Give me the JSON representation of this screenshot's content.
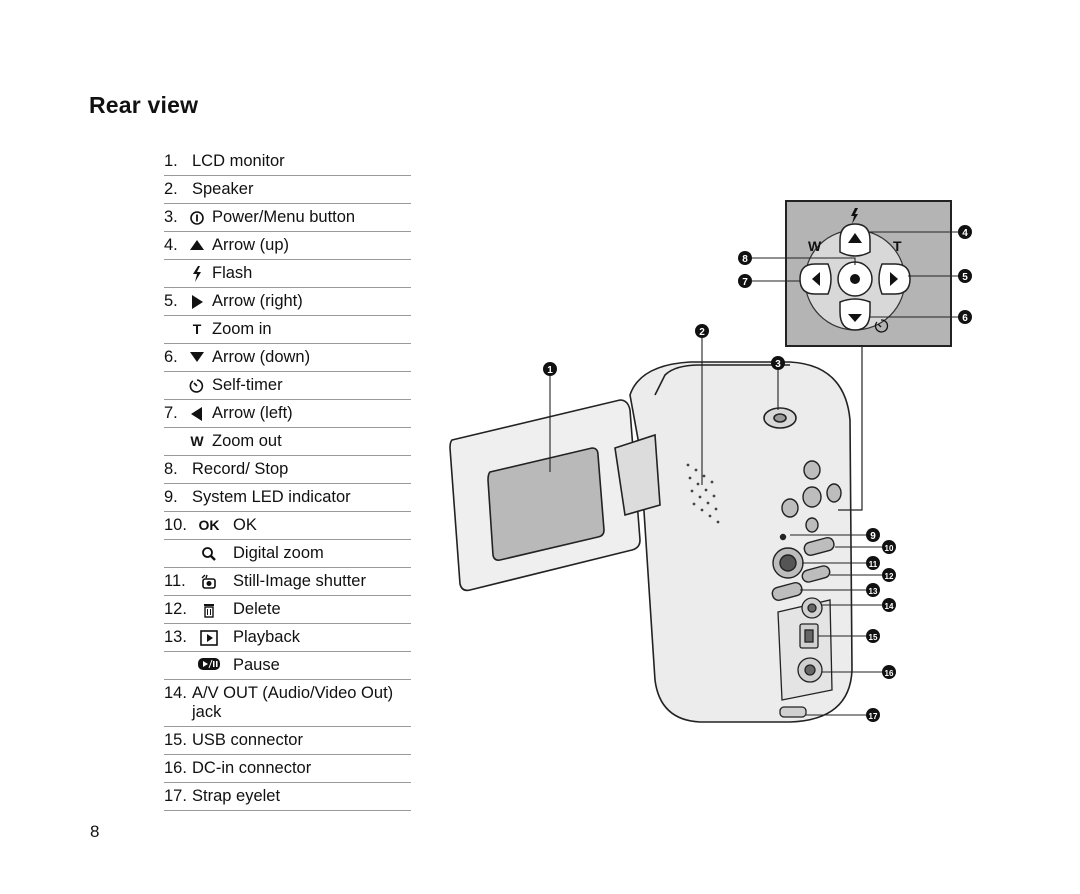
{
  "page": {
    "title": "Rear view",
    "page_number": "8"
  },
  "items": [
    {
      "num": "1.",
      "label": "LCD monitor",
      "icon": ""
    },
    {
      "num": "2.",
      "label": "Speaker",
      "icon": ""
    },
    {
      "num": "3.",
      "label": "Power/Menu button",
      "icon": "power-icon"
    },
    {
      "num": "4.",
      "label": "Arrow (up)",
      "icon": "arrow-up-icon"
    },
    {
      "num": "",
      "label": "Flash",
      "icon": "flash-icon"
    },
    {
      "num": "5.",
      "label": "Arrow (right)",
      "icon": "arrow-right-icon"
    },
    {
      "num": "",
      "label": "Zoom in",
      "icon": "zoom-in-t-icon",
      "symbol": "T"
    },
    {
      "num": "6.",
      "label": "Arrow (down)",
      "icon": "arrow-down-icon"
    },
    {
      "num": "",
      "label": "Self-timer",
      "icon": "self-timer-icon"
    },
    {
      "num": "7.",
      "label": "Arrow (left)",
      "icon": "arrow-left-icon"
    },
    {
      "num": "",
      "label": "Zoom out",
      "icon": "zoom-out-w-icon",
      "symbol": "W"
    },
    {
      "num": "8.",
      "label": "Record/ Stop",
      "icon": ""
    },
    {
      "num": "9.",
      "label": "System LED indicator",
      "icon": ""
    },
    {
      "num": "10.",
      "label": "OK",
      "icon": "ok-icon",
      "symbol": "OK"
    },
    {
      "num": "",
      "label": "Digital zoom",
      "icon": "magnifier-icon"
    },
    {
      "num": "11.",
      "label": "Still-Image shutter",
      "icon": "still-shutter-icon"
    },
    {
      "num": "12.",
      "label": "Delete",
      "icon": "trash-icon"
    },
    {
      "num": "13.",
      "label": "Playback",
      "icon": "playback-icon"
    },
    {
      "num": "",
      "label": "Pause",
      "icon": "play-pause-icon"
    },
    {
      "num": "14.",
      "label": "A/V OUT (Audio/Video Out) jack",
      "icon": ""
    },
    {
      "num": "15.",
      "label": "USB connector",
      "icon": ""
    },
    {
      "num": "16.",
      "label": "DC-in connector",
      "icon": ""
    },
    {
      "num": "17.",
      "label": "Strap eyelet",
      "icon": ""
    }
  ],
  "figure": {
    "callouts": [
      "1",
      "2",
      "3",
      "4",
      "5",
      "6",
      "7",
      "8",
      "9",
      "10",
      "11",
      "12",
      "13",
      "14",
      "15",
      "16",
      "17"
    ],
    "inset_labels": {
      "w": "W",
      "t": "T"
    }
  }
}
